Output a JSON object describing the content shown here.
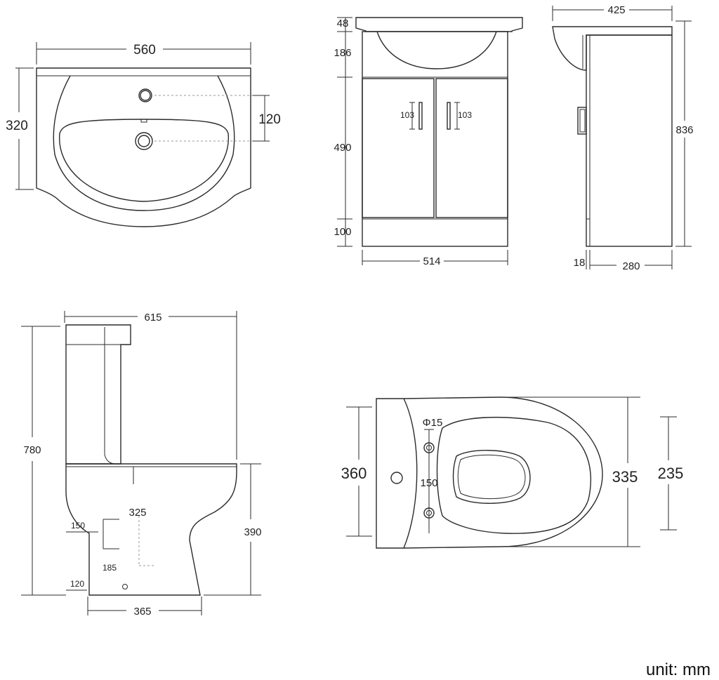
{
  "basin_top": {
    "width": "560",
    "depth": "320",
    "tap_hole_offset": "120"
  },
  "vanity_front": {
    "top_lip": "48",
    "basin_height": "186",
    "door_height": "490",
    "plinth_height": "100",
    "width": "514",
    "handle_left": "103",
    "handle_right": "103"
  },
  "vanity_side": {
    "overall_depth": "425",
    "overall_height": "836",
    "plinth_recess": "18",
    "cabinet_depth": "280"
  },
  "toilet_side": {
    "overall_depth": "615",
    "overall_height": "780",
    "pan_height": "390",
    "outlet_height": "325",
    "waste_width": "150",
    "waste_low": "185",
    "outlet_low": "120",
    "base_width": "365"
  },
  "toilet_top": {
    "overall_depth": "360",
    "seat_width": "335",
    "bowl_width": "235",
    "fixing_hole_dia": "Φ15",
    "fixing_spacing": "150"
  },
  "unit_label": "unit: mm"
}
